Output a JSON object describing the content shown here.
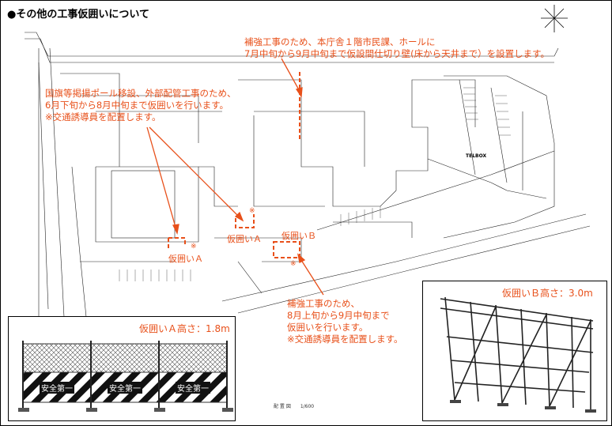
{
  "title": "●その他の工事仮囲いについて",
  "notes": {
    "top_right": [
      "補強工事のため、本庁舎１階市民課、ホールに",
      "7月中旬から9月中旬まで仮設間仕切り壁(床から天井まで）を設置します。"
    ],
    "left": [
      "国旗等掲揚ポール移設、外部配管工事のため、",
      "6月下旬から8月中旬まで仮囲いを行います。",
      "※交通誘導員を配置します。"
    ],
    "bottom": [
      "補強工事のため、",
      "8月上旬から9月中旬まで",
      "仮囲いを行います。",
      "※交通誘導員を配置します。"
    ]
  },
  "area_labels": {
    "enclosure_a_1": "仮囲いＡ",
    "enclosure_a_2": "仮囲いＡ",
    "enclosure_b": "仮囲いＢ",
    "asterisk": "※"
  },
  "insets": {
    "a": {
      "title": "仮囲いＡ高さ：1.8m",
      "sign_text": "安全第一"
    },
    "b": {
      "title": "仮囲いＢ高さ：3.0m"
    }
  },
  "map_text": {
    "teleBox": "TELBOX",
    "scale": "配 置 図　　1/600"
  },
  "colors": {
    "accent": "#e8501a",
    "line": "#000000"
  }
}
